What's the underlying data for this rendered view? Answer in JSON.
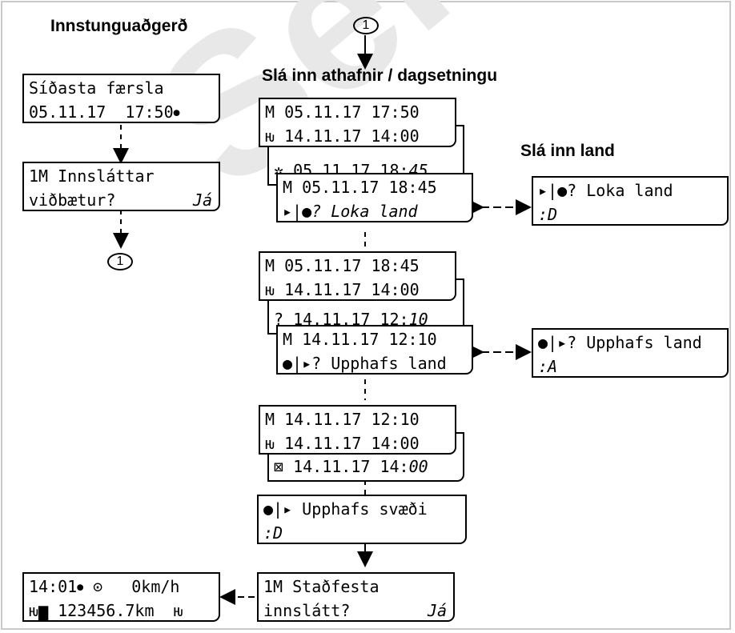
{
  "watermark": "Service",
  "headings": {
    "plug_in": "Innstunguaðgerð",
    "enter_activities": "Slá inn athafnir / dagsetningu",
    "enter_country": "Slá inn land"
  },
  "marker_label": "1",
  "left_column": {
    "last_entry": {
      "line1": "Síðasta færsla",
      "line2": "05.11.17  17:50"
    },
    "supplement": {
      "line1": "1M Innsláttar",
      "line2": "viðbætur?",
      "answer": "Já"
    }
  },
  "group_a": {
    "back_1": {
      "line1": "M 05.11.17 17:50",
      "line2": "14.11.17 14:00"
    },
    "back_2": {
      "text": "05.11.17 18:",
      "italic": "45"
    },
    "front": {
      "line1": "M 05.11.17 18:45",
      "line2_italic": "? Loka land"
    }
  },
  "country_end": {
    "line1": "? Loka land",
    "line2": "D"
  },
  "group_b": {
    "back_1": {
      "line1": "M 05.11.17 18:45",
      "line2": "14.11.17 14:00"
    },
    "back_2": {
      "text": "? 14.11.17 12:",
      "italic": "10"
    },
    "front": {
      "line1": "M 14.11.17 12:10",
      "line2": "? Upphafs land"
    }
  },
  "country_start": {
    "line1": "? Upphafs land",
    "line2": "A"
  },
  "group_c": {
    "back_1": {
      "line1": "M 14.11.17 12:10",
      "line2": "14.11.17 14:00"
    },
    "back_2": {
      "text": "14.11.17 14:",
      "italic": "00"
    }
  },
  "region_start": {
    "line1": "Upphafs svæði",
    "line2": "D"
  },
  "confirm": {
    "line1": "1M Staðfesta",
    "line2": "innslátt?",
    "answer": "Já"
  },
  "standard": {
    "line1": "14:01",
    "speed": "0km/h",
    "line2": "123456.7km"
  }
}
